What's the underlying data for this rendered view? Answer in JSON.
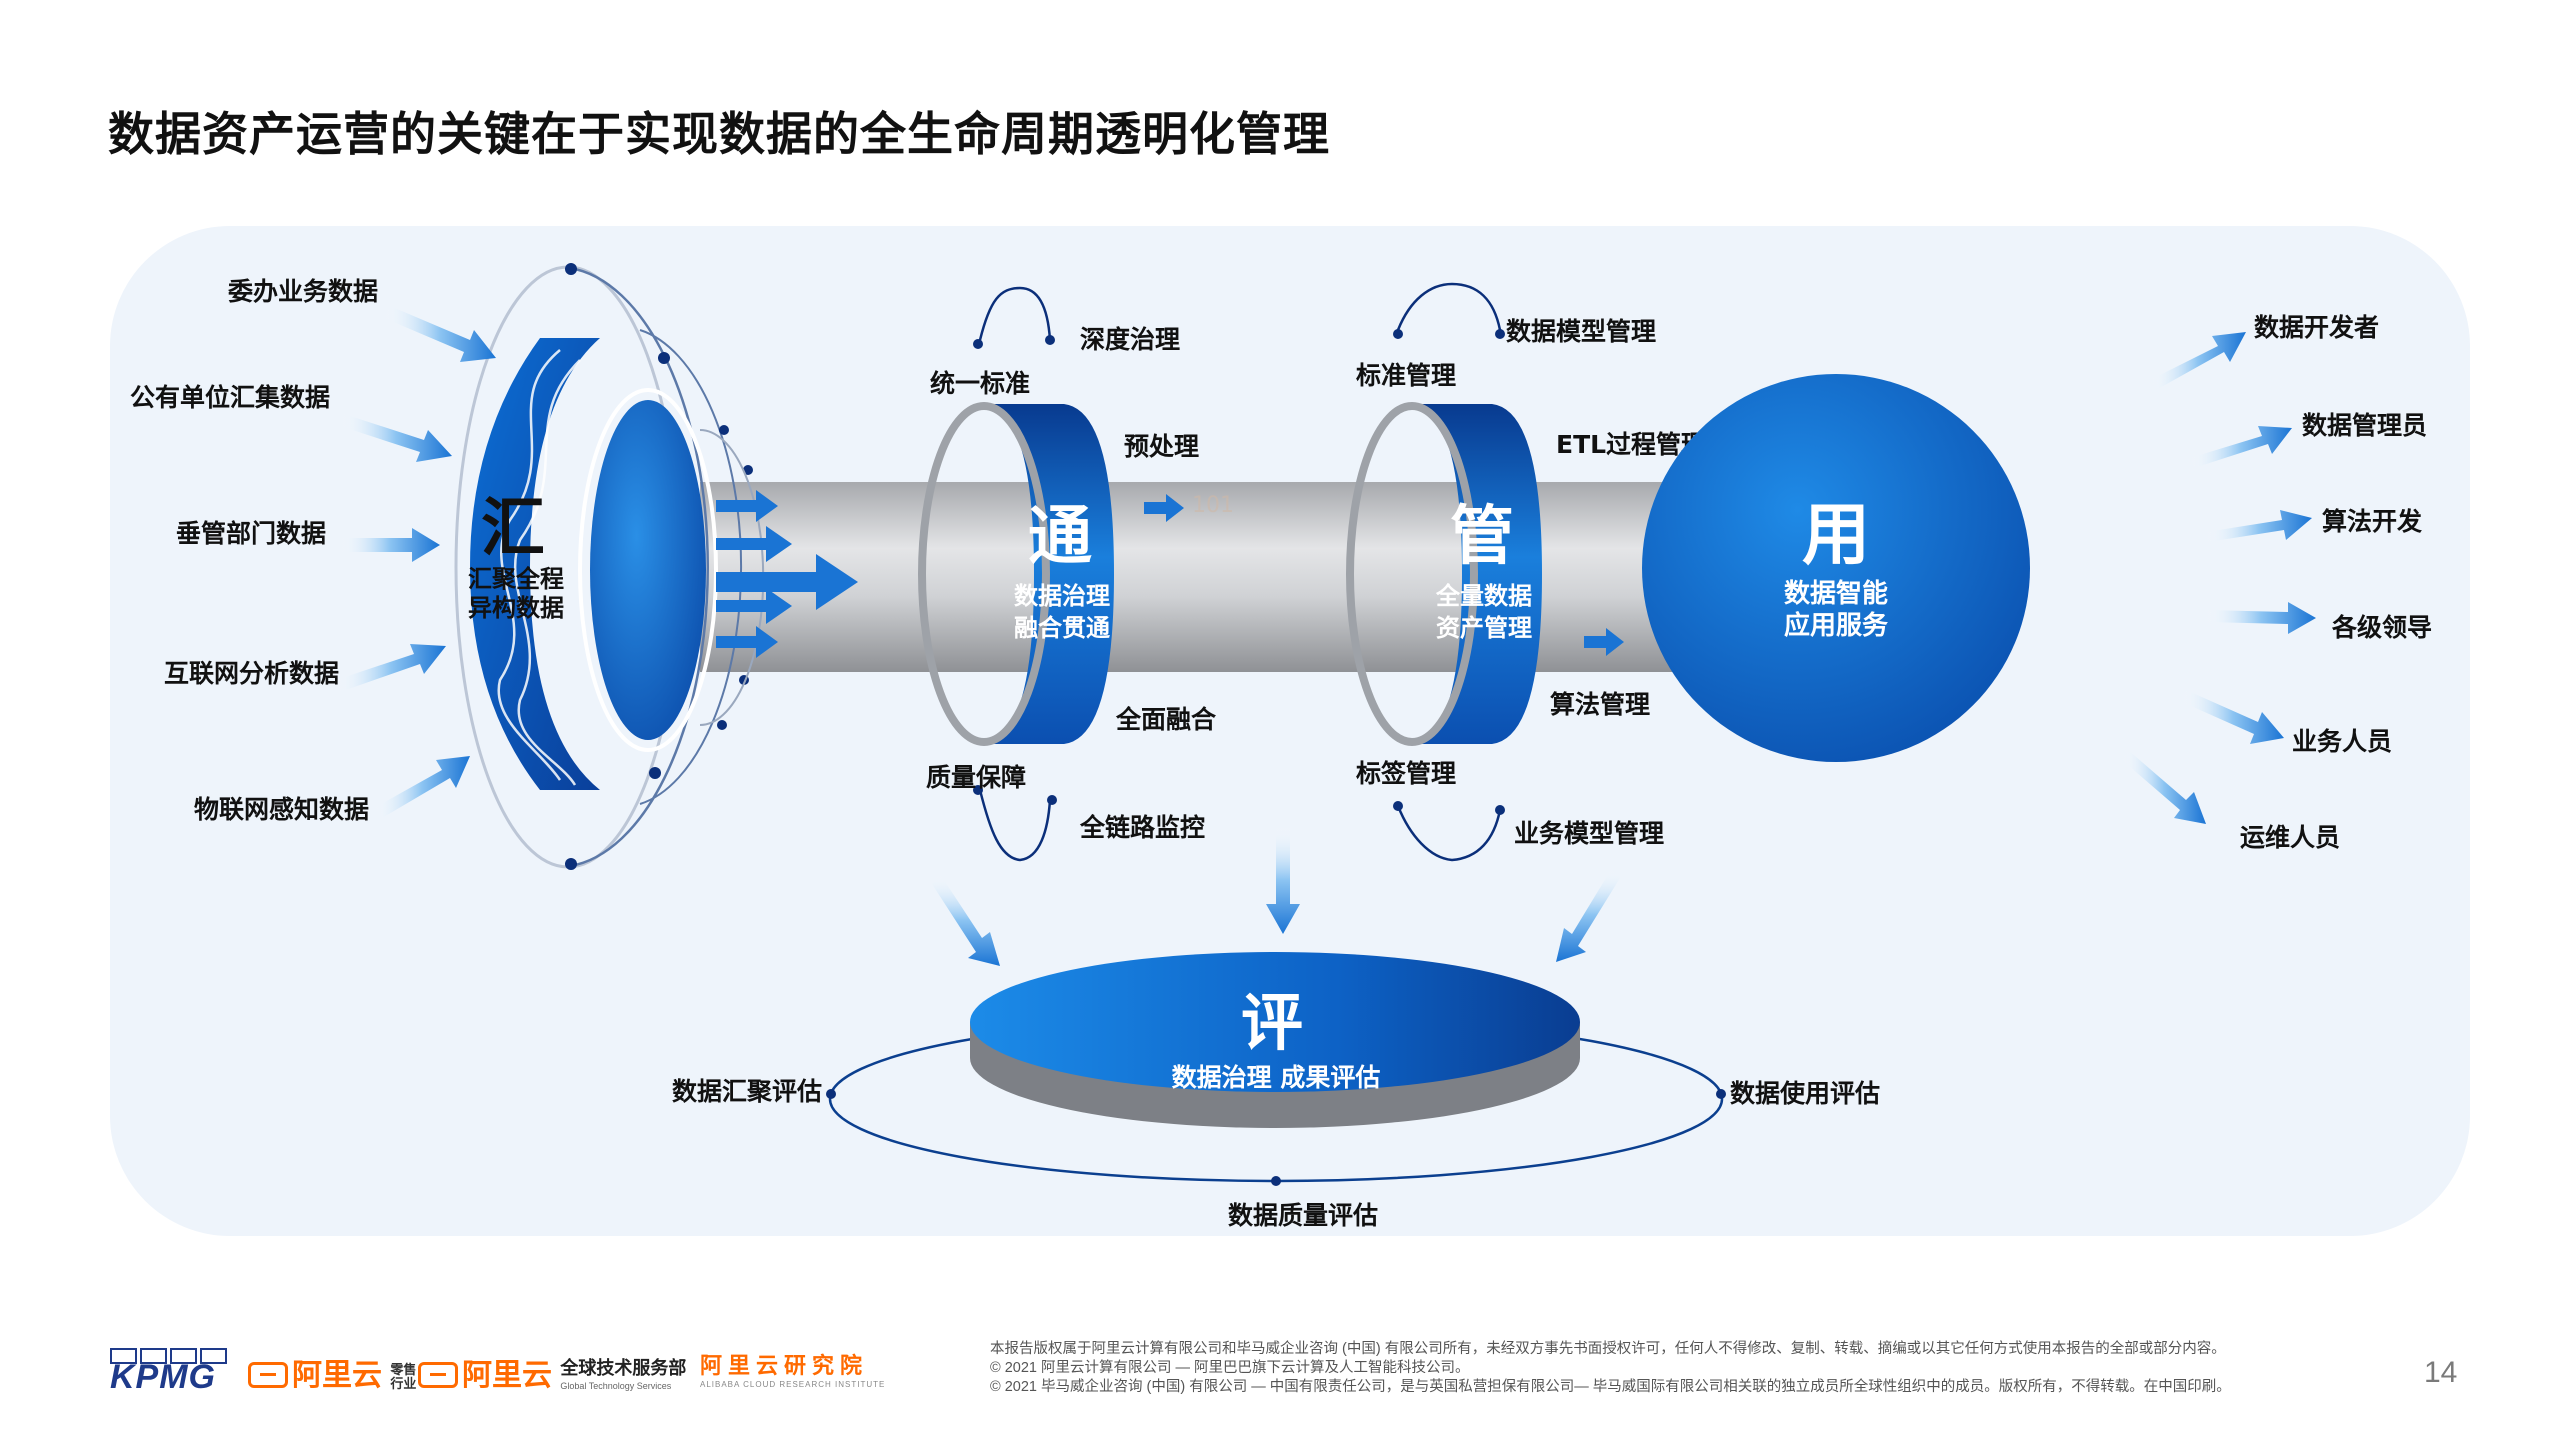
{
  "title": "数据资产运营的关键在于实现数据的全生命周期透明化管理",
  "sources": [
    "委办业务数据",
    "公有单位汇集数据",
    "垂管部门数据",
    "互联网分析数据",
    "物联网感知数据"
  ],
  "hui": {
    "char": "汇",
    "desc": [
      "汇聚全程",
      "异构数据"
    ]
  },
  "tong": {
    "char": "通",
    "desc": [
      "数据治理",
      "融合贯通"
    ],
    "labels": [
      "深度治理",
      "统一标准",
      "预处理",
      "全面融合",
      "质量保障",
      "全链路监控"
    ]
  },
  "ghost_text": "101",
  "guan": {
    "char": "管",
    "desc": [
      "全量数据",
      "资产管理"
    ],
    "labels": [
      "数据模型管理",
      "标准管理",
      "ETL过程管理",
      "算法管理",
      "标签管理",
      "业务模型管理"
    ]
  },
  "yong": {
    "char": "用",
    "desc": [
      "数据智能",
      "应用服务"
    ]
  },
  "consumers": [
    "数据开发者",
    "数据管理员",
    "算法开发",
    "各级领导",
    "业务人员",
    "运维人员"
  ],
  "ping": {
    "char": "评",
    "desc": "数据治理 成果评估",
    "labels": [
      "数据汇聚评估",
      "数据使用评估",
      "数据质量评估"
    ]
  },
  "colors": {
    "primary": "#0b63c4",
    "dark": "#0a3d91",
    "light": "#4aa3ee",
    "panel": "#eef4fb",
    "pipe": "#c9cbcf"
  },
  "footer": {
    "logos": {
      "kpmg": "KPMG",
      "aliyun1": "阿里云",
      "aliyun1_sub": [
        "零售",
        "行业"
      ],
      "aliyun2": "阿里云",
      "aliyun2_sub": "全球技术服务部",
      "aliyun2_sub_en": "Global Technology Services",
      "institute": "阿里云研究院",
      "institute_en": "ALIBABA CLOUD RESEARCH INSTITUTE"
    },
    "legal": [
      "本报告版权属于阿里云计算有限公司和毕马威企业咨询 (中国) 有限公司所有，未经双方事先书面授权许可，任何人不得修改、复制、转载、摘编或以其它任何方式使用本报告的全部或部分内容。",
      "© 2021 阿里云计算有限公司 — 阿里巴巴旗下云计算及人工智能科技公司。",
      "© 2021 毕马威企业咨询 (中国) 有限公司 — 中国有限责任公司，是与英国私营担保有限公司— 毕马威国际有限公司相关联的独立成员所全球性组织中的成员。版权所有，不得转载。在中国印刷。"
    ],
    "page": "14"
  }
}
